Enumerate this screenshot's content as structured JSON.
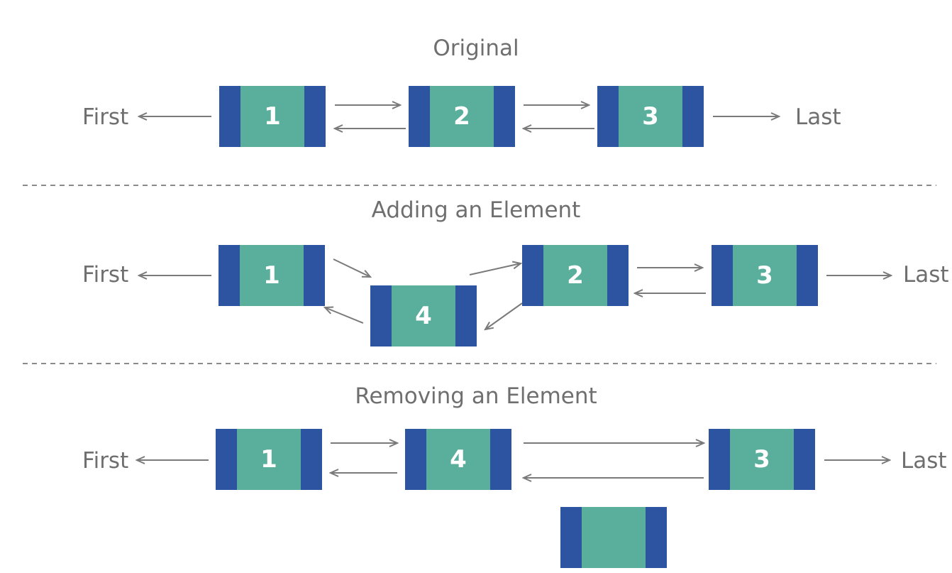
{
  "colors": {
    "pointer": "#2d54a0",
    "value": "#5aae9c",
    "arrow": "#7a7a7a",
    "text": "#6f6f6f",
    "divider": "#8a8a8a",
    "cross": "#f0b13a"
  },
  "sections": {
    "original": {
      "title": "Original",
      "first_label": "First",
      "last_label": "Last",
      "nodes": [
        "1",
        "2",
        "3"
      ]
    },
    "adding": {
      "title": "Adding an Element",
      "first_label": "First",
      "last_label": "Last",
      "nodes": [
        "1",
        "4",
        "2",
        "3"
      ]
    },
    "removing": {
      "title": "Removing an Element",
      "first_label": "First",
      "last_label": "Last",
      "nodes": [
        "1",
        "4",
        "3"
      ],
      "removed_icon": "x-mark-icon"
    }
  }
}
